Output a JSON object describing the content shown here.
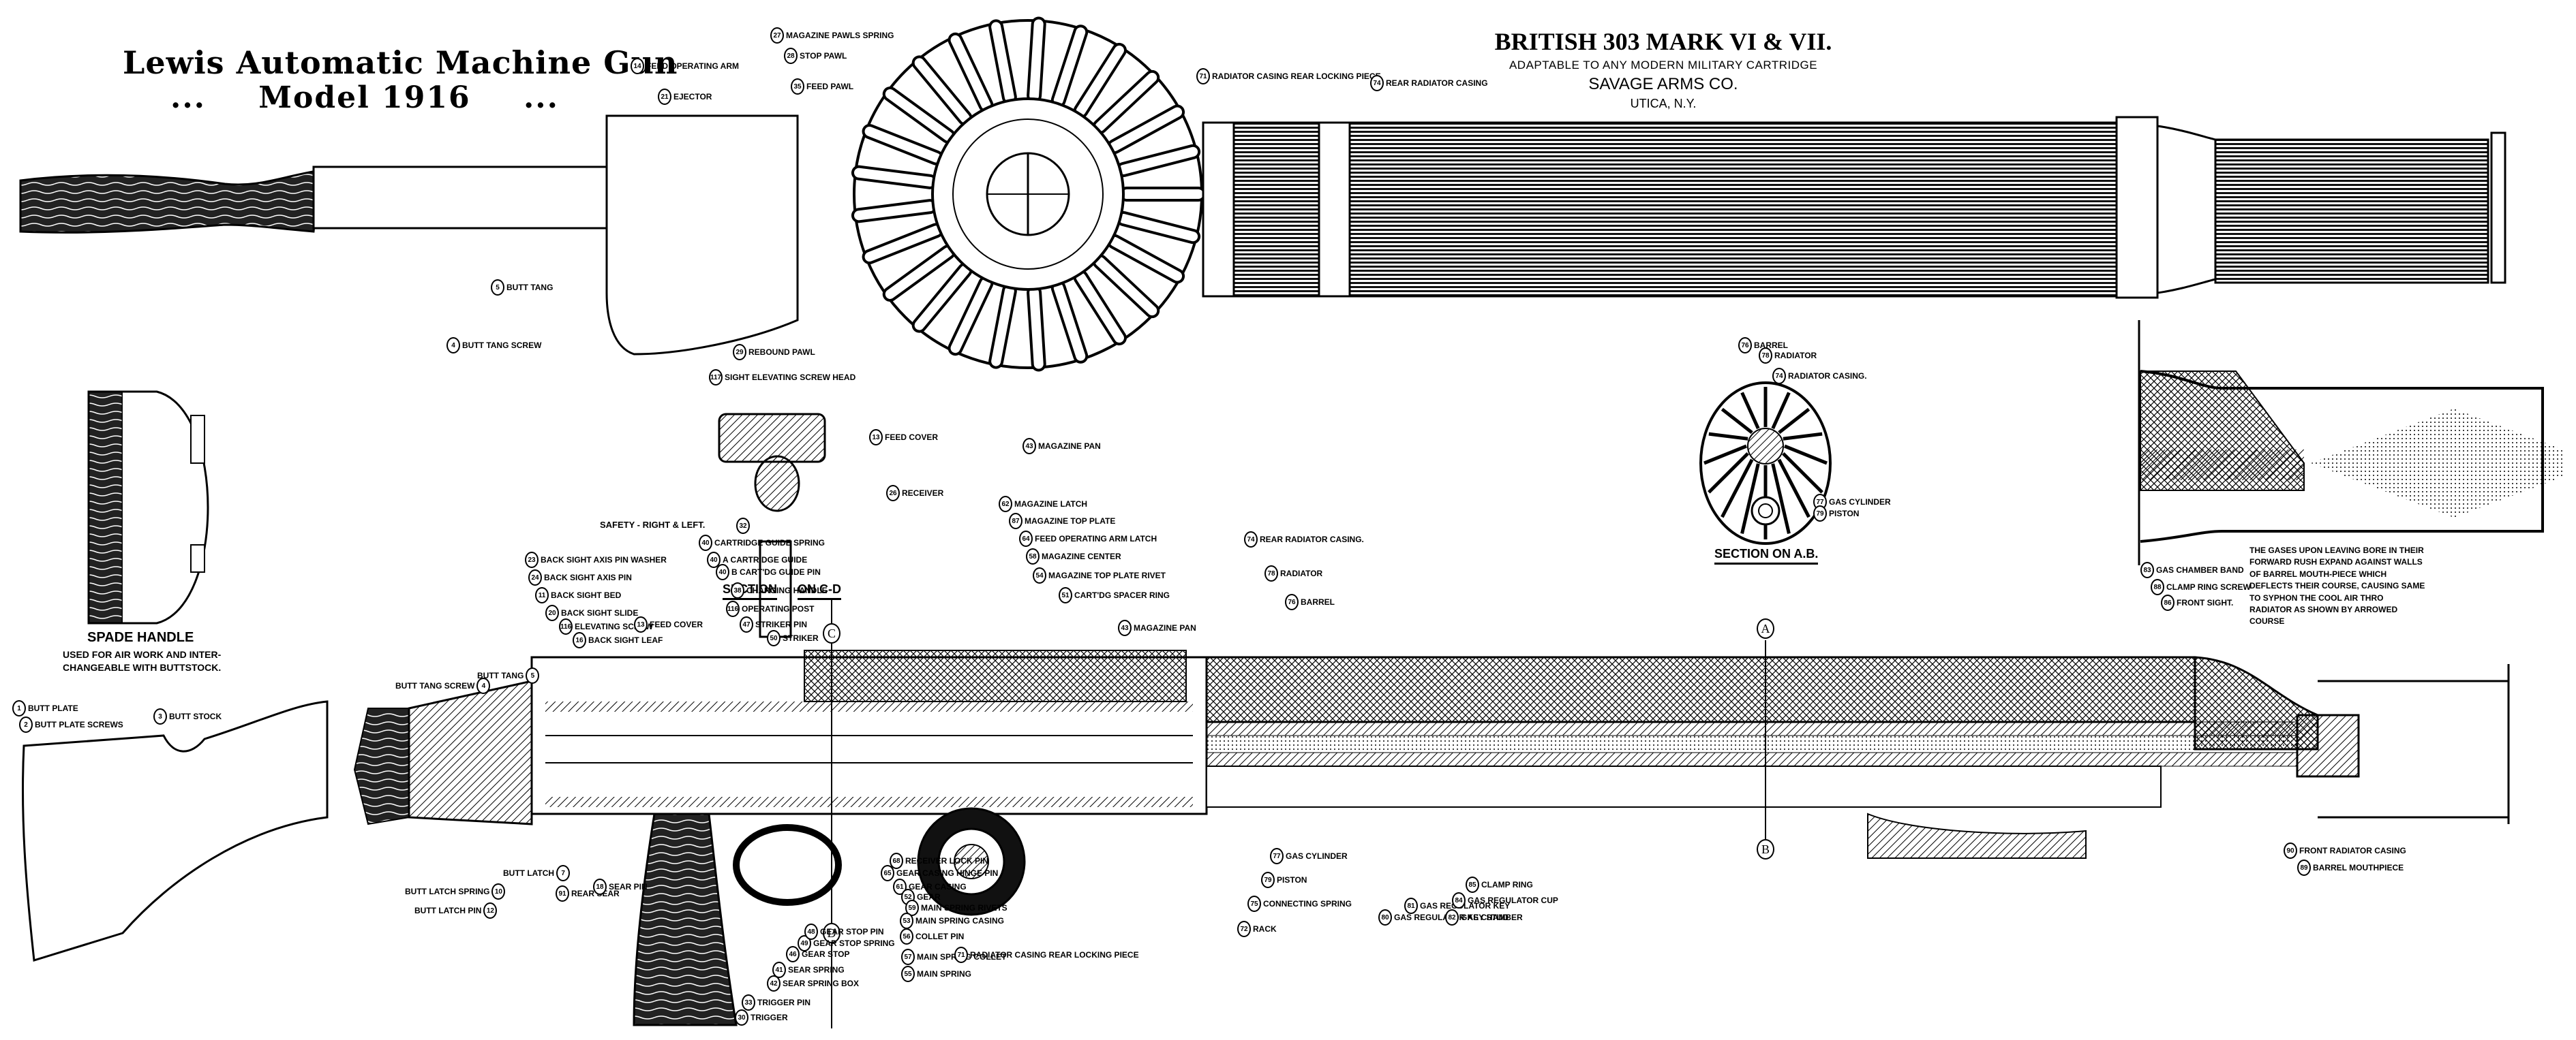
{
  "title": {
    "main": "Lewis Automatic Machine Gun",
    "model": "Model 1916",
    "dots": "..."
  },
  "maker": {
    "title": "BRITISH 303 MARK VI & VII.",
    "line": "ADAPTABLE TO ANY MODERN MILITARY CARTRIDGE",
    "company": "SAVAGE ARMS CO.",
    "city": "UTICA, N.Y."
  },
  "spade_handle": {
    "title": "SPADE HANDLE",
    "note_line1": "USED FOR AIR WORK AND INTER-",
    "note_line2": "CHANGEABLE WITH BUTTSTOCK."
  },
  "sections": {
    "ab": "SECTION ON A.B.",
    "cd_left": "SECTION",
    "cd_right": "ON C-D"
  },
  "markers": {
    "a": "A",
    "b": "B",
    "c": "C",
    "d": "D"
  },
  "gas_note": "THE GASES UPON LEAVING BORE IN THEIR FORWARD RUSH EXPAND AGAINST WALLS OF BARREL MOUTH-PIECE WHICH DEFLECTS THEIR COURSE, CAUSING SAME TO SYPHON THE COOL AIR THRO RADIATOR AS SHOWN BY ARROWED COURSE",
  "safety_label": "SAFETY - RIGHT & LEFT.",
  "top_view_callouts": [
    {
      "num": "14",
      "label": "FEED OPERATING ARM"
    },
    {
      "num": "21",
      "label": "EJECTOR"
    },
    {
      "num": "27",
      "label": "MAGAZINE PAWLS SPRING"
    },
    {
      "num": "28",
      "label": "STOP PAWL"
    },
    {
      "num": "35",
      "label": "FEED PAWL"
    },
    {
      "num": "71",
      "label": "RADIATOR CASING REAR LOCKING PIECE"
    },
    {
      "num": "74",
      "label": "REAR RADIATOR CASING"
    },
    {
      "num": "5",
      "label": "BUTT TANG"
    },
    {
      "num": "4",
      "label": "BUTT TANG SCREW"
    },
    {
      "num": "29",
      "label": "REBOUND PAWL"
    },
    {
      "num": "117",
      "label": "SIGHT ELEVATING SCREW HEAD"
    },
    {
      "num": "43",
      "label": "MAGAZINE PAN"
    }
  ],
  "section_cd_callouts": [
    {
      "num": "13",
      "label": "FEED COVER"
    },
    {
      "num": "26",
      "label": "RECEIVER"
    },
    {
      "num": "32",
      "label": ""
    }
  ],
  "section_ab_callouts": [
    {
      "num": "76",
      "label": "BARREL"
    },
    {
      "num": "78",
      "label": "RADIATOR"
    },
    {
      "num": "74",
      "label": "RADIATOR CASING."
    },
    {
      "num": "77",
      "label": "GAS CYLINDER"
    },
    {
      "num": "79",
      "label": "PISTON"
    }
  ],
  "side_view_callouts_upper": [
    {
      "num": "23",
      "label": "BACK SIGHT AXIS PIN WASHER"
    },
    {
      "num": "24",
      "label": "BACK SIGHT AXIS PIN"
    },
    {
      "num": "11",
      "label": "BACK SIGHT BED"
    },
    {
      "num": "20",
      "label": "BACK SIGHT SLIDE"
    },
    {
      "num": "116",
      "label": "ELEVATING SCREW"
    },
    {
      "num": "16",
      "label": "BACK SIGHT LEAF"
    },
    {
      "num": "13",
      "label": "FEED COVER"
    },
    {
      "num": "40",
      "label": "CARTRIDGE GUIDE SPRING"
    },
    {
      "num": "40",
      "label": "A CARTRIDGE GUIDE"
    },
    {
      "num": "40",
      "label": "B CART'DG GUIDE PIN"
    },
    {
      "num": "38",
      "label": "CHARGING HANDLE"
    },
    {
      "num": "116",
      "label": "OPERATING POST"
    },
    {
      "num": "47",
      "label": "STRIKER PIN"
    },
    {
      "num": "50",
      "label": "STRIKER"
    },
    {
      "num": "62",
      "label": "MAGAZINE LATCH"
    },
    {
      "num": "87",
      "label": "MAGAZINE TOP PLATE"
    },
    {
      "num": "64",
      "label": "FEED OPERATING ARM LATCH"
    },
    {
      "num": "58",
      "label": "MAGAZINE CENTER"
    },
    {
      "num": "54",
      "label": "MAGAZINE TOP PLATE RIVET"
    },
    {
      "num": "51",
      "label": "CART'DG SPACER RING"
    },
    {
      "num": "43",
      "label": "MAGAZINE PAN"
    },
    {
      "num": "74",
      "label": "REAR RADIATOR CASING."
    },
    {
      "num": "78",
      "label": "RADIATOR"
    },
    {
      "num": "76",
      "label": "BARREL"
    },
    {
      "num": "83",
      "label": "GAS CHAMBER BAND"
    },
    {
      "num": "88",
      "label": "CLAMP RING SCREW"
    },
    {
      "num": "86",
      "label": "FRONT SIGHT."
    }
  ],
  "buttstock_callouts": [
    {
      "num": "1",
      "label": "BUTT PLATE"
    },
    {
      "num": "2",
      "label": "BUTT PLATE SCREWS"
    },
    {
      "num": "3",
      "label": "BUTT STOCK"
    },
    {
      "num": "4",
      "label": "BUTT TANG SCREW"
    },
    {
      "num": "5",
      "label": "BUTT TANG"
    },
    {
      "num": "7",
      "label": "BUTT LATCH"
    },
    {
      "num": "10",
      "label": "BUTT LATCH SPRING"
    },
    {
      "num": "12",
      "label": "BUTT LATCH PIN"
    },
    {
      "num": "91",
      "label": "REAR SEAR"
    },
    {
      "num": "18",
      "label": "SEAR PIN"
    }
  ],
  "side_view_callouts_lower": [
    {
      "num": "33",
      "label": "TRIGGER PIN"
    },
    {
      "num": "30",
      "label": "TRIGGER"
    },
    {
      "num": "42",
      "label": "SEAR SPRING BOX"
    },
    {
      "num": "41",
      "label": "SEAR SPRING"
    },
    {
      "num": "46",
      "label": "GEAR STOP"
    },
    {
      "num": "49",
      "label": "GEAR STOP SPRING"
    },
    {
      "num": "48",
      "label": "GEAR STOP PIN"
    },
    {
      "num": "68",
      "label": "RECEIVER LOCK PIN"
    },
    {
      "num": "65",
      "label": "GEAR CASING HINGE PIN"
    },
    {
      "num": "61",
      "label": "GEAR CASING"
    },
    {
      "num": "52",
      "label": "GEAR"
    },
    {
      "num": "59",
      "label": "MAIN SPRING RIVETS"
    },
    {
      "num": "53",
      "label": "MAIN SPRING CASING"
    },
    {
      "num": "56",
      "label": "COLLET PIN"
    },
    {
      "num": "57",
      "label": "MAIN SPRING COLLET"
    },
    {
      "num": "55",
      "label": "MAIN SPRING"
    },
    {
      "num": "71",
      "label": "RADIATOR CASING REAR LOCKING PIECE"
    },
    {
      "num": "72",
      "label": "RACK"
    },
    {
      "num": "75",
      "label": "CONNECTING SPRING"
    },
    {
      "num": "79",
      "label": "PISTON"
    },
    {
      "num": "77",
      "label": "GAS CYLINDER"
    },
    {
      "num": "80",
      "label": "GAS REGULATOR KEY STUD"
    },
    {
      "num": "81",
      "label": "GAS REGULATOR KEY"
    },
    {
      "num": "82",
      "label": "GAS CHAMBER"
    },
    {
      "num": "84",
      "label": "GAS REGULATOR CUP"
    },
    {
      "num": "85",
      "label": "CLAMP RING"
    },
    {
      "num": "89",
      "label": "BARREL MOUTHPIECE"
    },
    {
      "num": "90",
      "label": "FRONT RADIATOR CASING"
    }
  ]
}
